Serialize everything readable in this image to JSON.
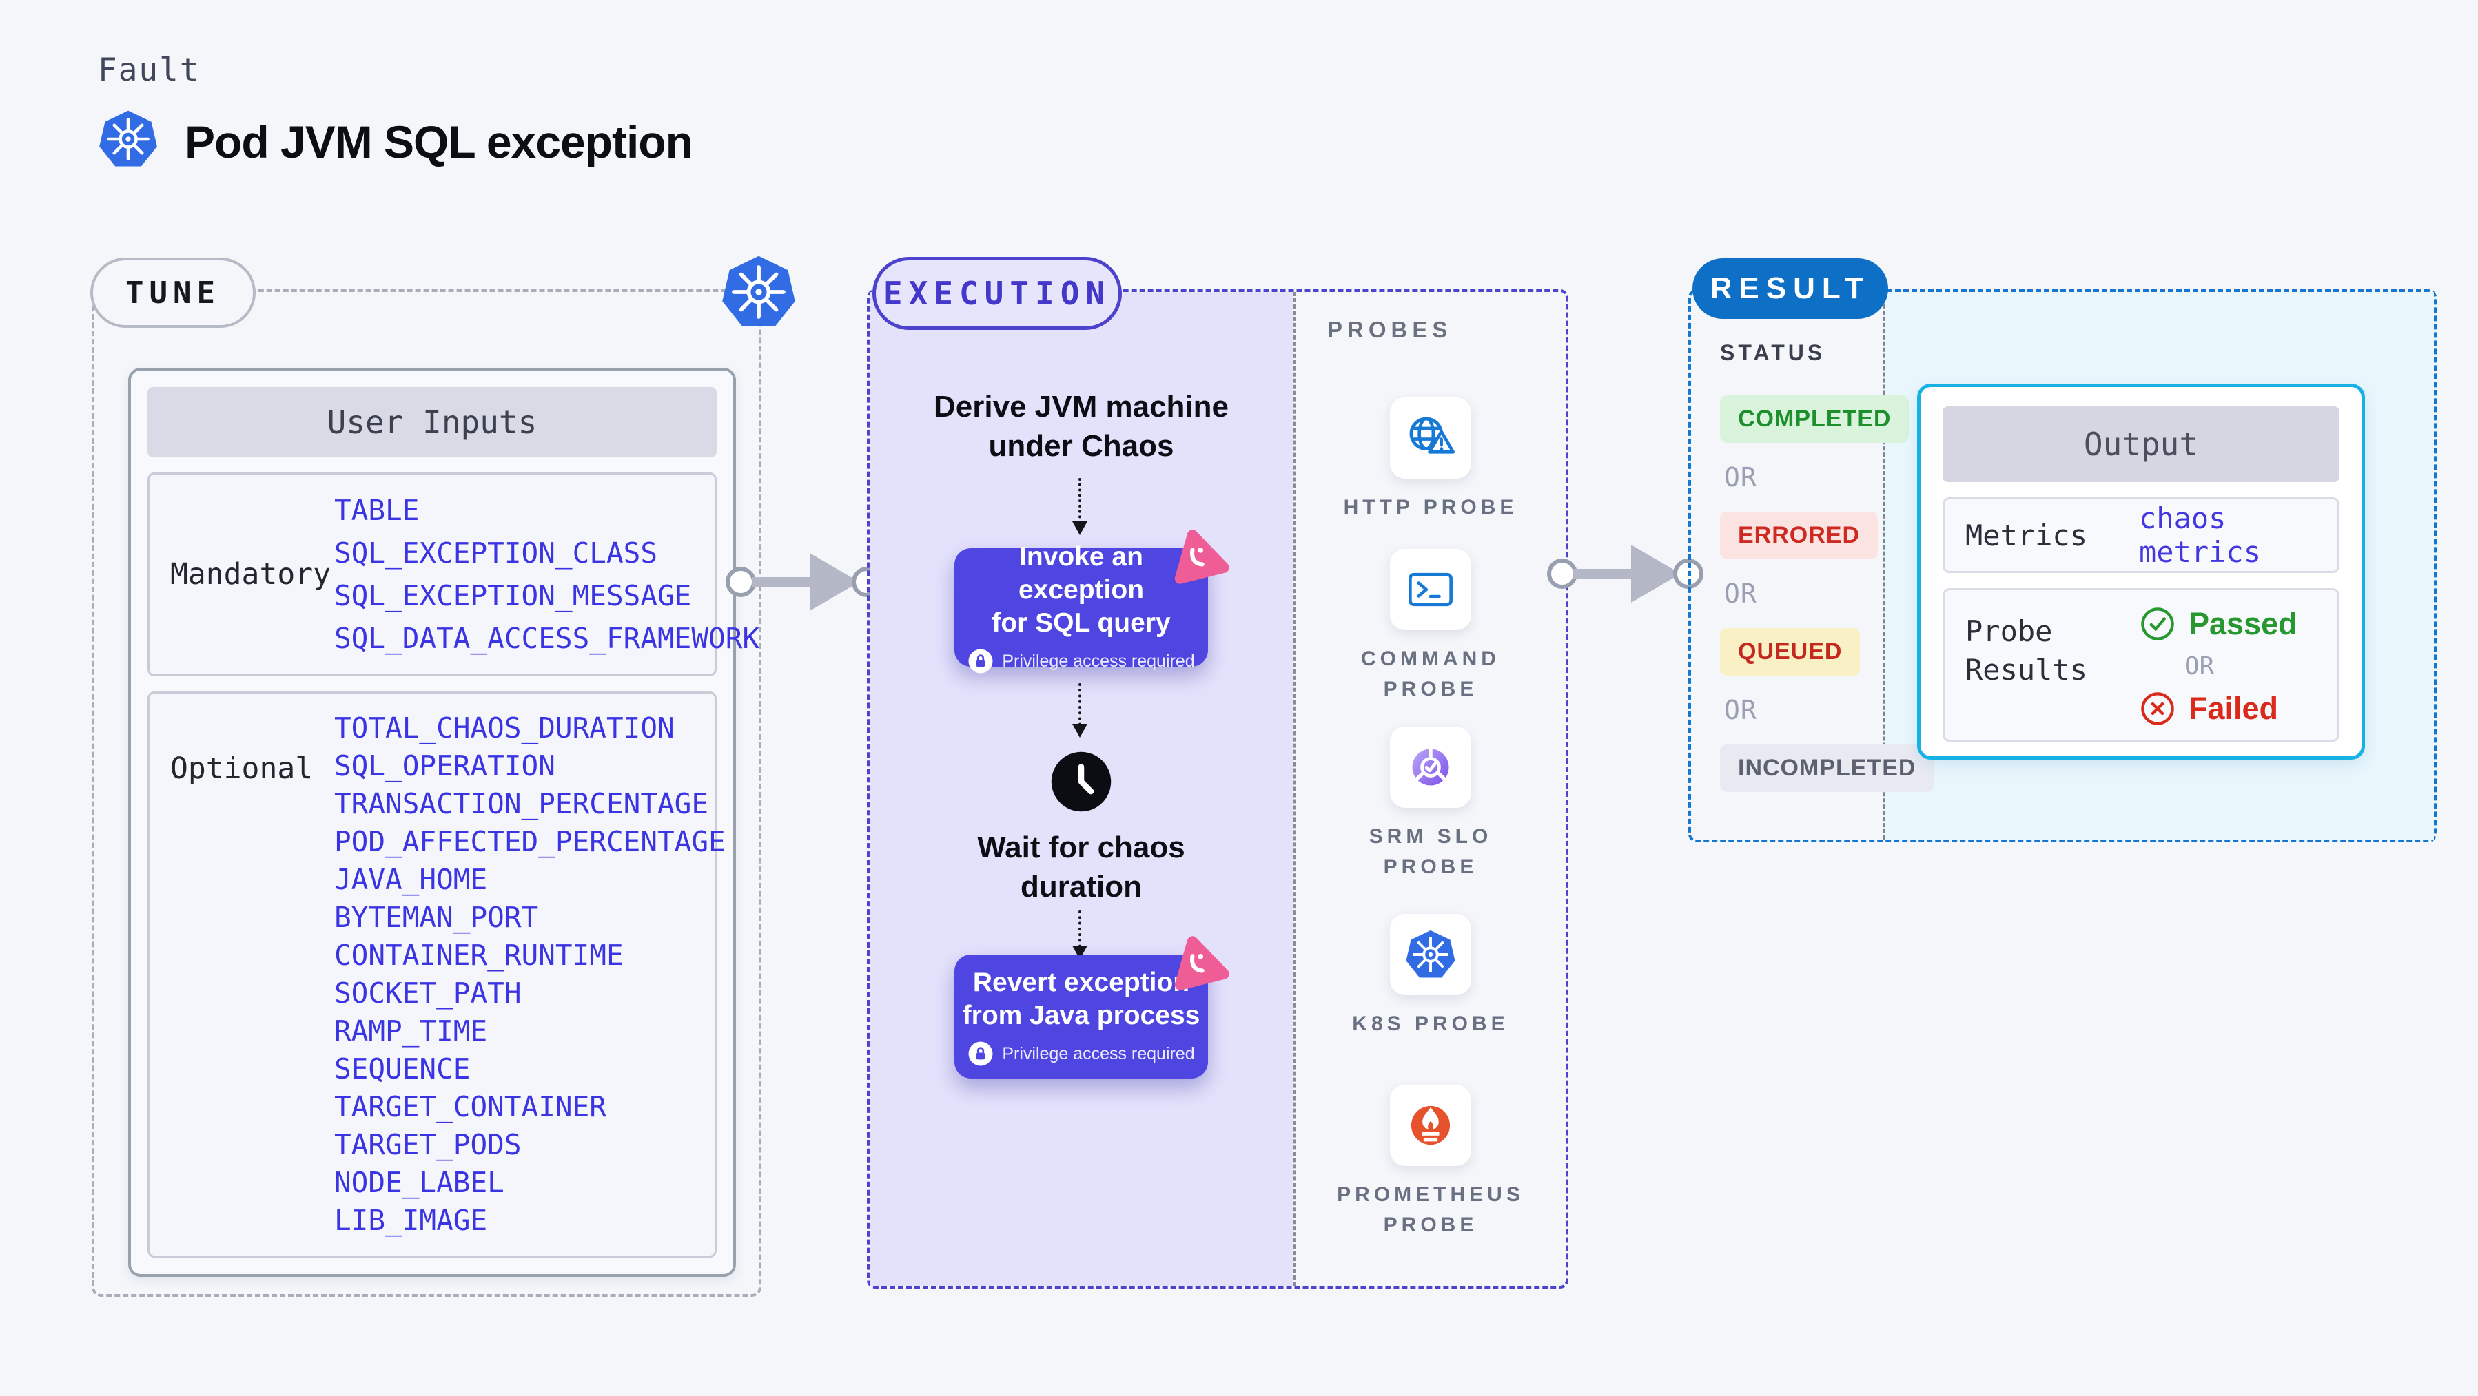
{
  "page": {
    "eyebrow": "Fault",
    "title": "Pod JVM SQL exception"
  },
  "tune": {
    "badge": "TUNE",
    "panel_title": "User Inputs",
    "mandatory_label": "Mandatory",
    "mandatory_items": [
      "TABLE",
      "SQL_EXCEPTION_CLASS",
      "SQL_EXCEPTION_MESSAGE",
      "SQL_DATA_ACCESS_FRAMEWORK"
    ],
    "optional_label": "Optional",
    "optional_items": [
      "TOTAL_CHAOS_DURATION",
      "SQL_OPERATION",
      "TRANSACTION_PERCENTAGE",
      "POD_AFFECTED_PERCENTAGE",
      "JAVA_HOME",
      "BYTEMAN_PORT",
      "CONTAINER_RUNTIME",
      "SOCKET_PATH",
      "RAMP_TIME",
      "SEQUENCE",
      "TARGET_CONTAINER",
      "TARGET_PODS",
      "NODE_LABEL",
      "LIB_IMAGE"
    ]
  },
  "execution": {
    "badge": "EXECUTION",
    "derive_step": "Derive JVM machine\nunder Chaos",
    "invoke_step": {
      "title": "Invoke an exception\nfor SQL query",
      "note": "Privilege access required"
    },
    "wait_step": "Wait for chaos\nduration",
    "revert_step": {
      "title": "Revert exception\nfrom Java process",
      "note": "Privilege access required"
    }
  },
  "probes": {
    "title": "PROBES",
    "items": [
      {
        "label": "HTTP PROBE"
      },
      {
        "label": "COMMAND\nPROBE"
      },
      {
        "label": "SRM SLO\nPROBE"
      },
      {
        "label": "K8S PROBE"
      },
      {
        "label": "PROMETHEUS\nPROBE"
      }
    ]
  },
  "result": {
    "badge": "RESULT",
    "status_label": "STATUS",
    "status_items": [
      {
        "text": "COMPLETED",
        "variant": "completed"
      },
      {
        "text": "OR",
        "variant": "or"
      },
      {
        "text": "ERRORED",
        "variant": "errored"
      },
      {
        "text": "OR",
        "variant": "or"
      },
      {
        "text": "QUEUED",
        "variant": "queued"
      },
      {
        "text": "OR",
        "variant": "or"
      },
      {
        "text": "INCOMPLETED",
        "variant": "incompleted"
      }
    ],
    "output": {
      "title": "Output",
      "metrics_label": "Metrics",
      "metrics_value": "chaos metrics",
      "probe_results_label": "Probe\nResults",
      "passed": "Passed",
      "or": "OR",
      "failed": "Failed"
    }
  },
  "colors": {
    "accent_indigo": "#4f46e2",
    "execution_border": "#4d44cd",
    "purple_panel": "#e4e2fb",
    "result_blue": "#0d6fc6",
    "output_cyan": "#17b1e6",
    "k8s_blue": "#326ce5",
    "probe_blue": "#1779d6",
    "prometheus_orange": "#e6522c",
    "litmus_pink": "#ef5d97",
    "passed_green": "#27972f",
    "failed_red": "#da2a1c",
    "input_blue": "#3a34e2"
  }
}
